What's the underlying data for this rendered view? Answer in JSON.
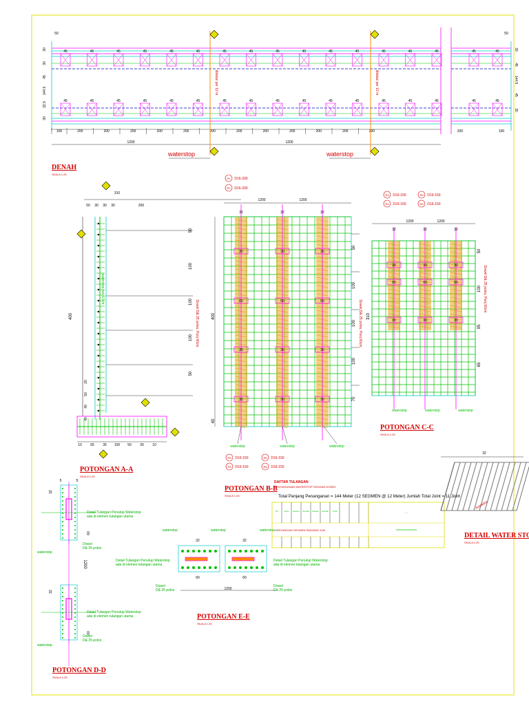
{
  "titles": {
    "denah": "DENAH",
    "pot_aa": "POTONGAN A-A",
    "pot_bb": "POTONGAN B-B",
    "pot_cc": "POTONGAN C-C",
    "pot_dd": "POTONGAN D-D",
    "pot_ee": "POTONGAN E-E",
    "detail_ws": "DETAIL WATER STOP"
  },
  "scales": {
    "denah": "SKALA 1:25",
    "pot_aa": "SKALA 1:25",
    "pot_bb": "SKALA 1:25",
    "pot_cc": "SKALA 1:25",
    "pot_dd": "SKALA 1:25",
    "pot_ee": "SKALA 1:25",
    "detail_ws": "SKALA 1:25"
  },
  "denah": {
    "waterstop_1": "waterstop",
    "waterstop_2": "waterstop",
    "top_dim": "50",
    "top_dim_right": "50",
    "rebar_spacing": "45",
    "left_dims": [
      "30",
      "30",
      "45",
      "144.5",
      "32.5",
      "30"
    ],
    "right_dims": [
      "30",
      "45",
      "144.5",
      "45",
      "30"
    ],
    "bottom_dims": [
      "100",
      "200",
      "200",
      "200",
      "200",
      "200",
      "200",
      "200",
      "200",
      "200",
      "200",
      "200",
      "200"
    ],
    "right_bottom_dims": [
      "200",
      "100"
    ],
    "span_dims": [
      "1200",
      "1200"
    ],
    "dilatasi": "dilatasi per 12 m"
  },
  "pot_aa": {
    "top_dims": [
      "50",
      "30",
      "30",
      "30",
      "200"
    ],
    "overall_top": "310",
    "height": "400",
    "right_dims": [
      "50",
      "100",
      "100",
      "100",
      "50"
    ],
    "left_small": [
      "20",
      "50",
      "40",
      "40"
    ],
    "bottom_dims": [
      "10",
      "65",
      "35",
      "100",
      "50",
      "30",
      "10"
    ],
    "waterstop_label": "waterstop pvc 6.5 m",
    "dowel_label": "Dowel D& 25 polos, Panj 60cm"
  },
  "pot_bb": {
    "callouts": [
      "D16-200",
      "D16-200"
    ],
    "callout_tags": [
      "R1",
      "R2"
    ],
    "top_dims": [
      "32",
      "32",
      "32"
    ],
    "spans": [
      "1200",
      "1200"
    ],
    "height": "400",
    "right_dims": [
      "50",
      "100",
      "100",
      "100",
      "70"
    ],
    "bar_labels": [
      "30",
      "30",
      "60",
      "30",
      "30",
      "60"
    ],
    "waterstop_labels": [
      "waterstop",
      "waterstop",
      "waterstop"
    ],
    "dowel_label": "Dowel D& 25 polos, Panj 60cm",
    "left_dims": [
      "400",
      "40"
    ],
    "bottom_callouts": [
      "D16-150",
      "D16-150",
      "D16-150",
      "D16-150"
    ],
    "bottom_tags": [
      "R3",
      "R4",
      "R5",
      "R6"
    ]
  },
  "pot_cc": {
    "callouts": [
      "D16-150",
      "D16-150",
      "D16-150",
      "D16-150"
    ],
    "callout_tags": [
      "R3",
      "R4",
      "R5",
      "R6"
    ],
    "top_dims": [
      "32",
      "32",
      "32"
    ],
    "spans": [
      "1200",
      "1200"
    ],
    "height": "310",
    "right_dims": [
      "50",
      "100",
      "95",
      "65"
    ],
    "dowel_label": "Dowel D& 25 polos, Panj 60cm",
    "waterstop_labels": [
      "waterstop",
      "waterstop",
      "waterstop"
    ]
  },
  "pot_dd": {
    "dims": [
      "5",
      "5",
      "32",
      "32",
      "60",
      "60",
      "1200"
    ],
    "note_1": "Detail Tulangan Penutup Waterstop\nada di elemen tulangan utama",
    "note_2": "Detail Tulangan Penutup Waterstop\nada di elemen tulangan utama",
    "dowel_1": "Dowel\nD& 25 polos",
    "dowel_2": "Dowel\nD& 25 polos",
    "waterstop_1": "waterstop",
    "waterstop_2": "waterstop"
  },
  "pot_ee": {
    "waterstop_labels": [
      "waterstop",
      "waterstop",
      "waterstop"
    ],
    "dims": [
      "32",
      "32",
      "60",
      "60",
      "1200"
    ],
    "note_1": "Detail Tulangan Penutup Waterstop\nada di elemen tulangan utama",
    "note_2": "Detail Tulangan Penutup Waterstop\nada di elemen tulangan utama",
    "dowel_1": "Dowel\nD& 25 polos",
    "dowel_2": "Dowel\nD& 25 polos"
  },
  "table": {
    "heading": "DAFTAR TULANGAN",
    "subheading": "PENTANGANAN WATERSTOP DENGAN DOWEL",
    "summary": "Total Panjang Penanganan = 144 Meter (12 SEGMEN @ 12 Meter) Jumlah Total Joint = 11 Joint",
    "headers": [
      "No",
      "Jenis",
      "Diameter (mm)",
      "Jumlah per joint",
      "Panjang",
      "Jumlah",
      "Total (m)"
    ],
    "row_label": "DENTANGAN/ SEGMEN PANJANG 12M"
  },
  "detail_ws": {
    "dim": "32",
    "label": "isometric"
  },
  "colors": {
    "magenta": "#ff00ff",
    "green": "#00c000",
    "red": "#d40000",
    "cyan": "#00c8c8",
    "yellow": "#e0e000",
    "orange": "#ff8c00"
  }
}
